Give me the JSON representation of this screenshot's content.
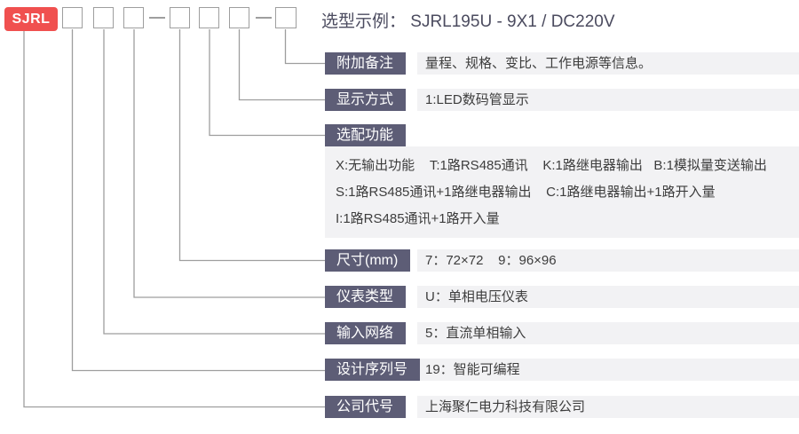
{
  "badge": {
    "text": "SJRL"
  },
  "title": "选型示例： SJRL195U - 9X1 / DC220V",
  "model_code": {
    "box_groups": [
      3,
      3,
      1
    ],
    "box_count": 7,
    "separator": "—"
  },
  "rows": [
    {
      "label": "附加备注",
      "value": "量程、规格、变比、工作电源等信息。"
    },
    {
      "label": "显示方式",
      "value": "1:LED数码管显示"
    },
    {
      "label": "选配功能",
      "value": "",
      "options": [
        "X:无输出功能    T:1路RS485通讯    K:1路继电器输出   B:1模拟量变送输出",
        "S:1路RS485通讯+1路继电器输出    C:1路继电器输出+1路开入量",
        "I:1路RS485通讯+1路开入量"
      ]
    },
    {
      "label": "尺寸(mm)",
      "value": "7：72×72    9：96×96"
    },
    {
      "label": "仪表类型",
      "value": "U：单相电压仪表"
    },
    {
      "label": "输入网络",
      "value": "5：直流单相输入"
    },
    {
      "label": "设计序列号",
      "value": "19：智能可编程"
    },
    {
      "label": "公司代号",
      "value": "上海聚仁电力科技有限公司"
    }
  ],
  "colors": {
    "badge_red": "#f0504f",
    "label_background": "#5d5d76",
    "band_background": "#f2f2f4",
    "line_gray": "#9e9e9e",
    "title_text": "#4b4b5f",
    "value_text": "#3d3d3d"
  }
}
